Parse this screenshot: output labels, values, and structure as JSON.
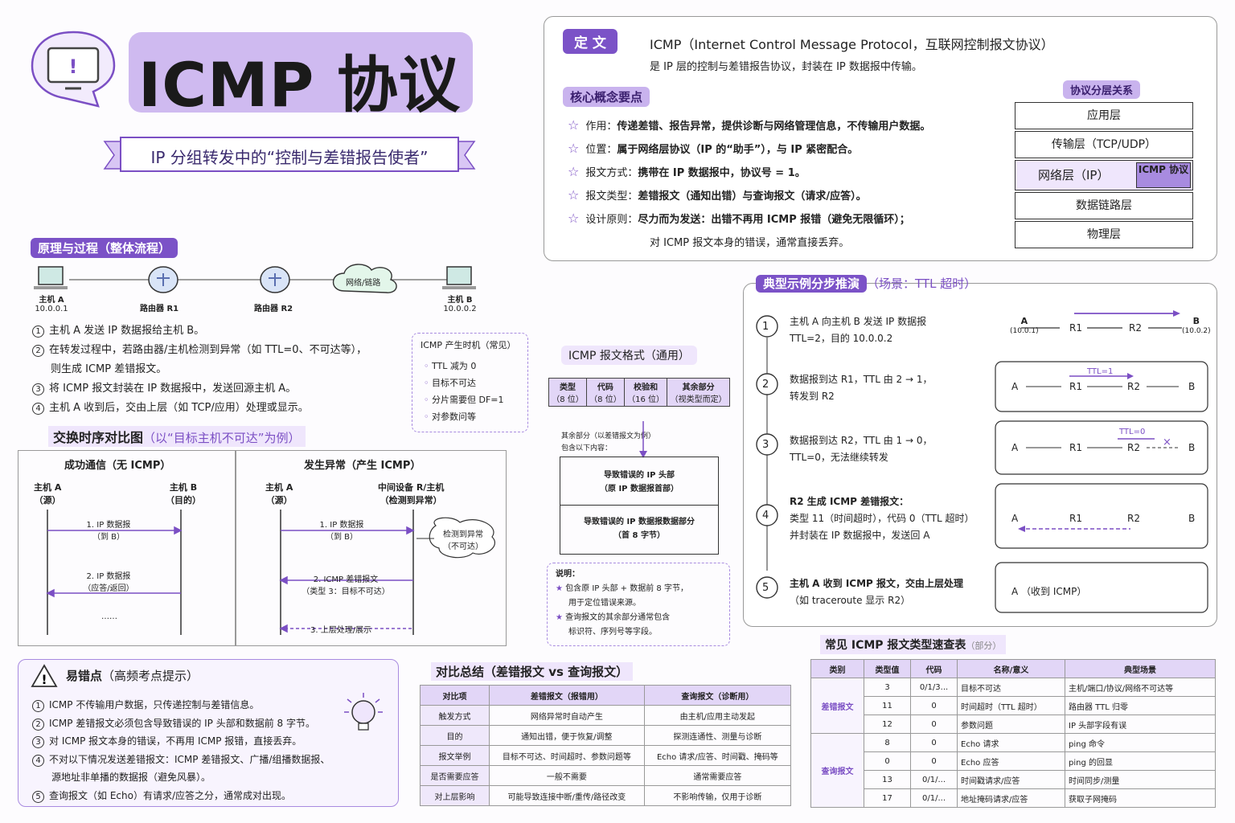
{
  "header": {
    "title": "ICMP 协议",
    "subtitle": "IP 分组转发中的“控制与差错报告使者”"
  },
  "definition": {
    "tag": "定 文",
    "line1": "ICMP（Internet Control Message Protocol，互联网控制报文协议）",
    "line2": "是 IP 层的控制与差错报告协议，封装在 IP 数据报中传输。"
  },
  "core": {
    "tag": "核心概念要点",
    "items": [
      {
        "label": "作用：",
        "text": "传递差错、报告异常，提供诊断与网络管理信息，不传输用户数据。"
      },
      {
        "label": "位置：",
        "text": "属于网络层协议（IP 的“助手”），与 IP 紧密配合。"
      },
      {
        "label": "报文方式：",
        "text": "携带在 IP 数据报中，协议号 = 1。"
      },
      {
        "label": "报文类型：",
        "text": "差错报文（通知出错）与查询报文（请求/应答）。"
      },
      {
        "label": "设计原则：",
        "text": "尽力而为发送：出错不再用 ICMP 报错（避免无限循环）；",
        "text2": "对 ICMP 报文本身的错误，通常直接丢弃。"
      }
    ]
  },
  "layers": {
    "title": "协议分层关系",
    "items": [
      "应用层",
      "传输层（TCP/UDP）",
      "网络层（IP）",
      "数据链路层",
      "物理层"
    ],
    "icmp": "ICMP 协议"
  },
  "principle": {
    "tag": "原理与过程（整体流程）",
    "hostA": "主机 A",
    "ipA": "10.0.0.1",
    "r1": "路由器 R1",
    "r2": "路由器 R2",
    "cloud": "网络/链路",
    "hostB": "主机 B",
    "ipB": "10.0.0.2",
    "steps": [
      "主机 A 发送 IP 数据报给主机 B。",
      "在转发过程中，若路由器/主机检测到异常（如 TTL=0、不可达等），",
      "则生成 ICMP 差错报文。",
      "将 ICMP 报文封装在 IP 数据报中，发送回源主机 A。",
      "主机 A 收到后，交由上层（如 TCP/应用）处理或显示。"
    ]
  },
  "timing": {
    "title": "ICMP 产生时机（常见）",
    "items": [
      "TTL 减为 0",
      "目标不可达",
      "分片需要但 DF=1",
      "对参数问等"
    ]
  },
  "format": {
    "tag": "ICMP 报文格式（通用）",
    "fields": [
      [
        "类型",
        "（8 位）"
      ],
      [
        "代码",
        "（8 位）"
      ],
      [
        "校验和",
        "（16 位）"
      ],
      [
        "其余部分",
        "（视类型而定）"
      ]
    ],
    "note1": "其余部分（以差错报文为例）",
    "note2": "包含以下内容：",
    "block1a": "导致错误的 IP 头部",
    "block1b": "（原 IP 数据报首部）",
    "block2a": "导致错误的 IP 数据报数据部分",
    "block2b": "（首 8 字节）",
    "expl_title": "说明：",
    "expl": [
      "包含原 IP 头部 + 数据前 8 字节，",
      "用于定位错误来源。",
      "查询报文的其余部分通常包含",
      "标识符、序列号等字段。"
    ]
  },
  "seq": {
    "title": "交换时序对比图",
    "hint": "（以“目标主机不可达”为例）",
    "left_title": "成功通信（无 ICMP）",
    "right_title": "发生异常（产生 ICMP）",
    "a_src": "主机 A",
    "a_src2": "（源）",
    "b_dst": "主机 B",
    "b_dst2": "（目的）",
    "mid": "中间设备 R/主机",
    "mid2": "（检测到异常）",
    "m1": "1. IP 数据报",
    "m1b": "（到 B）",
    "m2": "2. IP 数据报",
    "m2b": "（应答/返回）",
    "dots": "……",
    "r_m1": "1. IP 数据报",
    "r_m1b": "（到 B）",
    "detect1": "检测到异常",
    "detect2": "（不可达）",
    "r_m2": "2. ICMP 差错报文",
    "r_m2b": "（类型 3：目标不可达）",
    "r_m3": "3. 上层处理/展示"
  },
  "example": {
    "tag": "典型示例分步推演",
    "hint": "（场景：TTL 超时）",
    "steps": [
      {
        "n": "1",
        "t1": "主机 A 向主机 B 发送 IP 数据报",
        "t2": "TTL=2，目的 10.0.0.2"
      },
      {
        "n": "2",
        "t1": "数据报到达 R1，TTL 由 2 → 1，",
        "t2": "转发到 R2"
      },
      {
        "n": "3",
        "t1": "数据报到达 R2，TTL 由 1 → 0，",
        "t2": "TTL=0，无法继续转发"
      },
      {
        "n": "4",
        "t1": "R2 生成 ICMP 差错报文：",
        "t2": "类型 11（时间超时），代码 0（TTL 超时）",
        "t3": "并封装在 IP 数据报中，发送回 A"
      },
      {
        "n": "5",
        "t1": "主机 A 收到 ICMP 报文，交由上层处理",
        "t2": "（如 traceroute 显示 R2）"
      }
    ],
    "d": {
      "a": "A",
      "b": "B",
      "r1": "R1",
      "r2": "R2",
      "ipa": "(10.0.1)",
      "ipb": "(10.0.2)",
      "ttl1": "TTL=1",
      "ttl0": "TTL=0",
      "recv": "A （收到 ICMP）"
    }
  },
  "pitfalls": {
    "title": "易错点",
    "hint": "（高频考点提示）",
    "items": [
      "ICMP 不传输用户数据，只传递控制与差错信息。",
      "ICMP 差错报文必须包含导致错误的 IP 头部和数据前 8 字节。",
      "对 ICMP 报文本身的错误，不再用 ICMP 报错，直接丢弃。",
      "不对以下情况发送差错报文：ICMP 差错报文、广播/组播数据报、",
      "源地址非单播的数据报（避免风暴）。",
      "查询报文（如 Echo）有请求/应答之分，通常成对出现。"
    ]
  },
  "compare": {
    "title": "对比总结（差错报文 vs 查询报文）",
    "rows": [
      [
        "对比项",
        "差错报文（报错用）",
        "查询报文（诊断用）"
      ],
      [
        "触发方式",
        "网络异常时自动产生",
        "由主机/应用主动发起"
      ],
      [
        "目的",
        "通知出错，便于恢复/调整",
        "探测连通性、测量与诊断"
      ],
      [
        "报文举例",
        "目标不可达、时间超时、参数问题等",
        "Echo 请求/应答、时间戳、掩码等"
      ],
      [
        "是否需要应答",
        "一般不需要",
        "通常需要应答"
      ],
      [
        "对上层影响",
        "可能导致连接中断/重传/路径改变",
        "不影响传输，仅用于诊断"
      ]
    ]
  },
  "quick": {
    "title": "常见 ICMP 报文类型速查表",
    "hint": "（部分）",
    "header": [
      "类别",
      "类型值",
      "代码",
      "名称/意义",
      "典型场景"
    ],
    "cat1": "差错报文",
    "cat2": "查询报文",
    "rows": [
      [
        "3",
        "0/1/3...",
        "目标不可达",
        "主机/端口/协议/网络不可达等"
      ],
      [
        "11",
        "0",
        "时间超时（TTL 超时）",
        "路由器 TTL 归零"
      ],
      [
        "12",
        "0",
        "参数问题",
        "IP 头部字段有误"
      ],
      [
        "8",
        "0",
        "Echo 请求",
        "ping 命令"
      ],
      [
        "0",
        "0",
        "Echo 应答",
        "ping 的回显"
      ],
      [
        "13",
        "0/1/...",
        "时间戳请求/应答",
        "时间同步/测量"
      ],
      [
        "17",
        "0/1/...",
        "地址掩码请求/应答",
        "获取子网掩码"
      ]
    ]
  }
}
